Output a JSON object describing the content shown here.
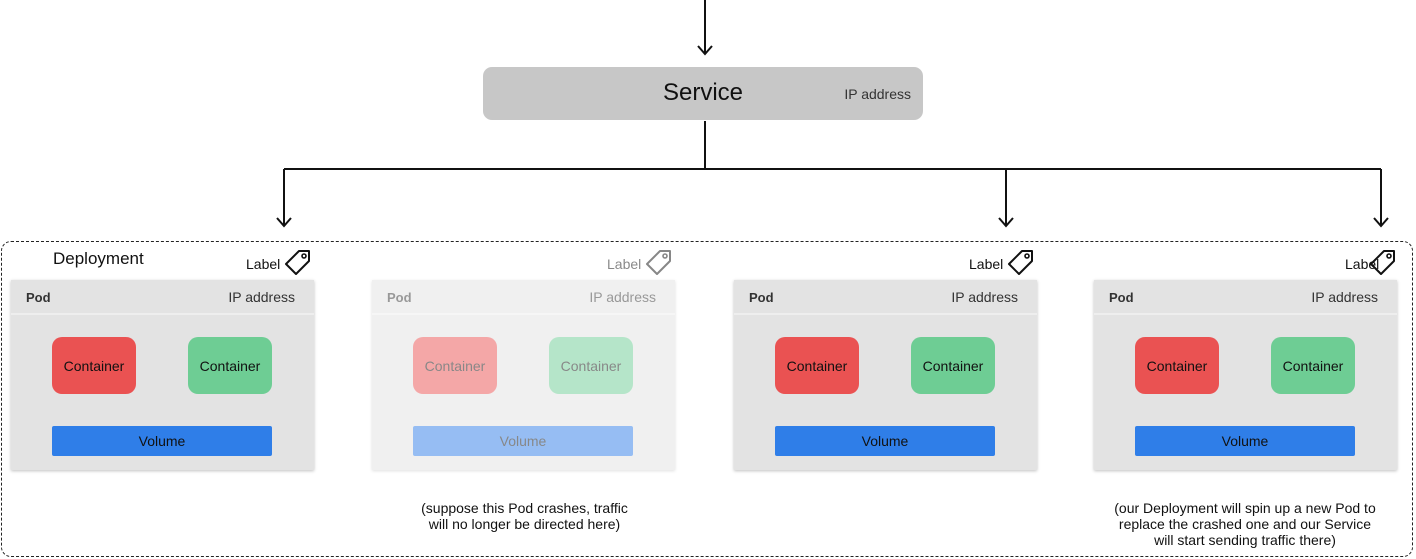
{
  "service": {
    "title": "Service",
    "ip_label": "IP address"
  },
  "deployment": {
    "title": "Deployment"
  },
  "pods": [
    {
      "label": "Label",
      "title": "Pod",
      "ip_label": "IP address",
      "container_left": "Container",
      "container_right": "Container",
      "volume": "Volume",
      "state": "running"
    },
    {
      "label": "Label",
      "title": "Pod",
      "ip_label": "IP address",
      "container_left": "Container",
      "container_right": "Container",
      "volume": "Volume",
      "state": "crashed"
    },
    {
      "label": "Label",
      "title": "Pod",
      "ip_label": "IP address",
      "container_left": "Container",
      "container_right": "Container",
      "volume": "Volume",
      "state": "running"
    },
    {
      "label": "Label",
      "title": "Pod",
      "ip_label": "IP address",
      "container_left": "Container",
      "container_right": "Container",
      "volume": "Volume",
      "state": "running"
    }
  ],
  "notes": {
    "crash": [
      "(suppose this Pod crashes, traffic",
      "will no longer be directed here)"
    ],
    "replace": [
      "(our Deployment will spin up a new Pod to",
      "replace the crashed one and our Service",
      "will start sending traffic there)"
    ]
  },
  "colors": {
    "service_bg": "#c7c7c7",
    "pod_bg": "#e3e3e3",
    "container_red": "#ea5252",
    "container_green": "#6ecd94",
    "volume_blue": "#2f7ee8"
  }
}
